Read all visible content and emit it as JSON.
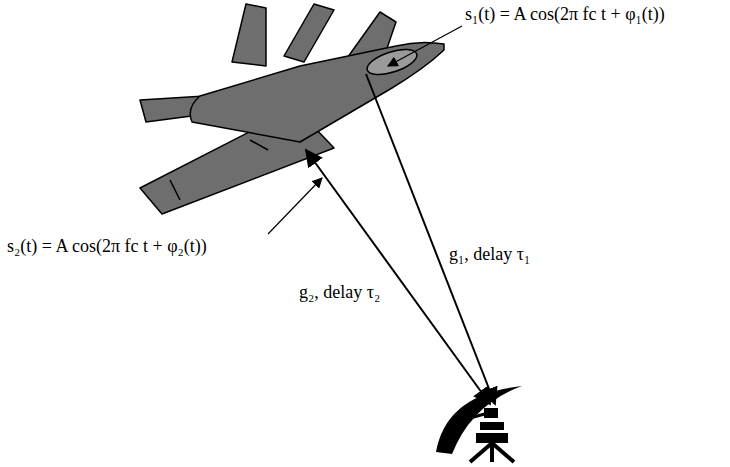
{
  "diagram": {
    "labels": [
      "s₁(t) = A cos(2π fc t + φ₁(t))",
      "s₂(t) = A cos(2π fc t + φ₂(t))",
      "g₁,  delay τ₁",
      "g₂,  delay τ₂"
    ]
  }
}
